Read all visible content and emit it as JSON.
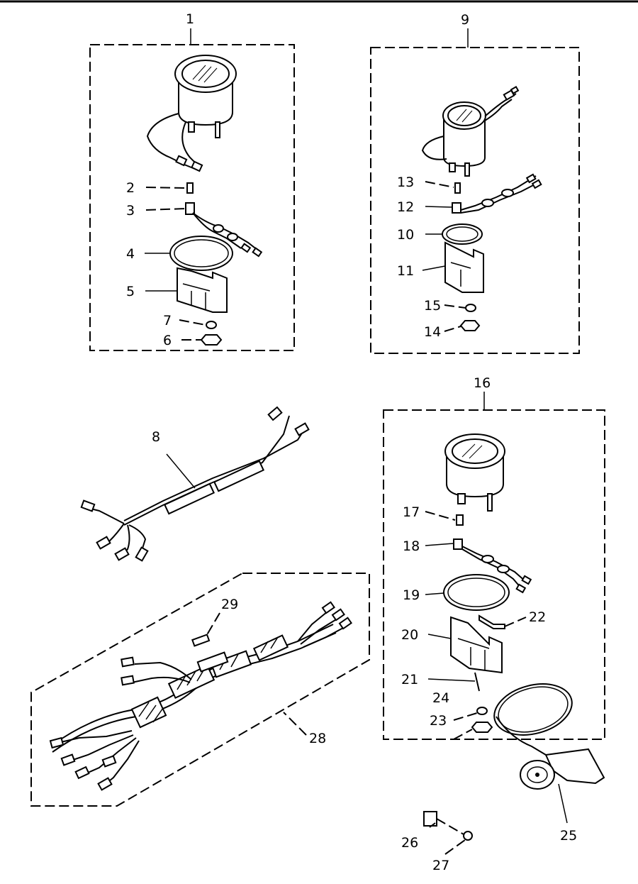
{
  "diagram": {
    "labels": {
      "p1": "1",
      "p2": "2",
      "p3": "3",
      "p4": "4",
      "p5": "5",
      "p6": "6",
      "p7": "7",
      "p8": "8",
      "p9": "9",
      "p10": "10",
      "p11": "11",
      "p12": "12",
      "p13": "13",
      "p14": "14",
      "p15": "15",
      "p16": "16",
      "p17": "17",
      "p18": "18",
      "p19": "19",
      "p20": "20",
      "p21": "21",
      "p22": "22",
      "p23": "23",
      "p24": "24",
      "p25": "25",
      "p26": "26",
      "p27": "27",
      "p28": "28",
      "p29": "29"
    }
  }
}
